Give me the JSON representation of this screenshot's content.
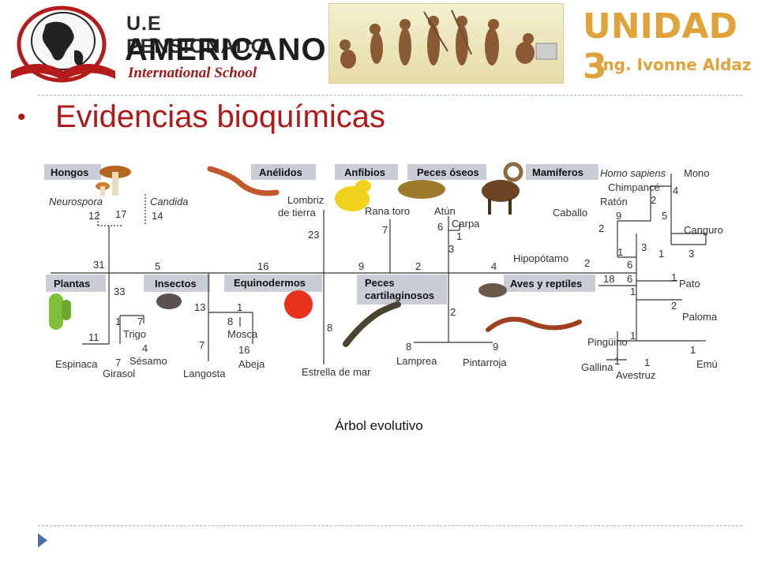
{
  "header": {
    "logo_line1": "U.E PENSIONADO",
    "logo_line2": "AMERICANO",
    "logo_line3": "International School",
    "unit_title": "UNIDAD 3",
    "unit_subtitle": "Ing. Ivonne Aldaz"
  },
  "slide": {
    "bullet": "•",
    "title": "Evidencias bioquímicas",
    "caption": "Árbol evolutivo"
  },
  "tree": {
    "groups": {
      "hongos": "Hongos",
      "anelidos": "Anélidos",
      "anfibios": "Anfibios",
      "peces_oseos": "Peces óseos",
      "mamiferos": "Mamíferos",
      "plantas": "Plantas",
      "insectos": "Insectos",
      "equinodermos": "Equinodermos",
      "peces_cart_1": "Peces",
      "peces_cart_2": "cartilaginosos",
      "aves": "Aves y reptiles"
    },
    "species": {
      "neurospora": "Neurospora",
      "candida": "Candida",
      "lombriz_1": "Lombriz",
      "lombriz_2": "de tierra",
      "rana": "Rana toro",
      "atun": "Atún",
      "carpa": "Carpa",
      "homo": "Homo sapiens",
      "mono": "Mono",
      "chimpance": "Chimpancé",
      "raton": "Ratón",
      "caballo": "Caballo",
      "canguro": "Canguro",
      "hipopotamo": "Hipopótamo",
      "pato": "Pato",
      "paloma": "Paloma",
      "pinguino": "Pingüino",
      "gallina": "Gallina",
      "avestruz": "Avestruz",
      "emu": "Emú",
      "espinaca": "Espinaca",
      "girasol": "Girasol",
      "trigo": "Trigo",
      "sesamo": "Sésamo",
      "langosta": "Langosta",
      "mosca": "Mosca",
      "abeja": "Abeja",
      "estrella": "Estrella de mar",
      "lamprea": "Lamprea",
      "pintarroja": "Pintarroja"
    },
    "numbers": {
      "n12": "12",
      "n17": "17",
      "n14": "14",
      "n31": "31",
      "n5": "5",
      "n16": "16",
      "n23": "23",
      "n7a": "7",
      "n6a": "6",
      "n1a": "1",
      "n3a": "3",
      "n9a": "9",
      "n2a": "2",
      "n4a": "4",
      "n4b": "4",
      "n2b": "2",
      "n9b": "9",
      "n5b": "5",
      "n2c": "2",
      "n3b": "3",
      "n1b": "1",
      "n1c": "1",
      "n3c": "3",
      "n2d": "2",
      "n6b": "6",
      "n18": "18",
      "n6c": "6",
      "n1d": "1",
      "n1e": "1",
      "n2e": "2",
      "n1f": "1",
      "n1g": "1",
      "n1h": "1",
      "n1i": "1",
      "n33": "33",
      "n1j": "1",
      "n7b": "7",
      "n11": "11",
      "n4c": "4",
      "n7c": "7",
      "n13": "13",
      "n1k": "1",
      "n8a": "8",
      "n7d": "7",
      "n16b": "16",
      "n8b": "8",
      "n2f": "2",
      "n8c": "8",
      "n9c": "9"
    }
  },
  "colors": {
    "title_red": "#b01919",
    "accent_orange": "#e0a23a",
    "dash_blue": "#9fb6c7",
    "nav_blue": "#4a6fa5"
  },
  "icons": [
    "globe-book-logo",
    "evolution-banner",
    "nav-arrow-icon"
  ]
}
